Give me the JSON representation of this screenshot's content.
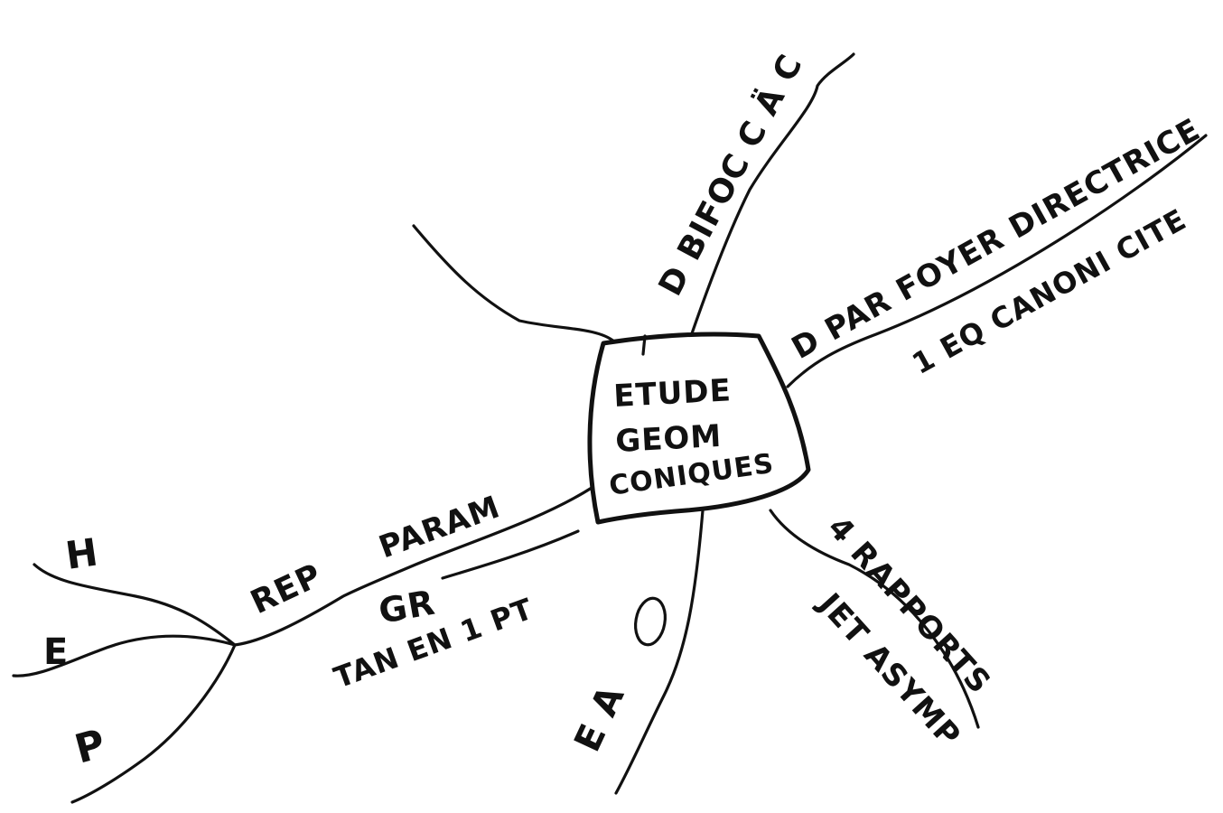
{
  "central": {
    "lines": [
      "ETUDE",
      "GEOM",
      "CONIQUES"
    ]
  },
  "branches": {
    "top_right": "D BIFOC C Ä C",
    "right_top": "D PAR FOYER DIRECTRICE",
    "right_sub": "1 EQ CANONI CITE",
    "bottom_right_top": "4 RAPPORTS",
    "bottom_right_sub": "JET ASYMP",
    "bottom": "E A",
    "bottom_circle_label": "O",
    "left_param": "PARAM",
    "left_rep": "REP",
    "left_gr": "GR",
    "left_tan": "TAN EN 1 PT",
    "left_h": "H",
    "left_e": "E",
    "left_p": "P"
  },
  "colors": {
    "ink": "#111111",
    "background": "#ffffff"
  }
}
